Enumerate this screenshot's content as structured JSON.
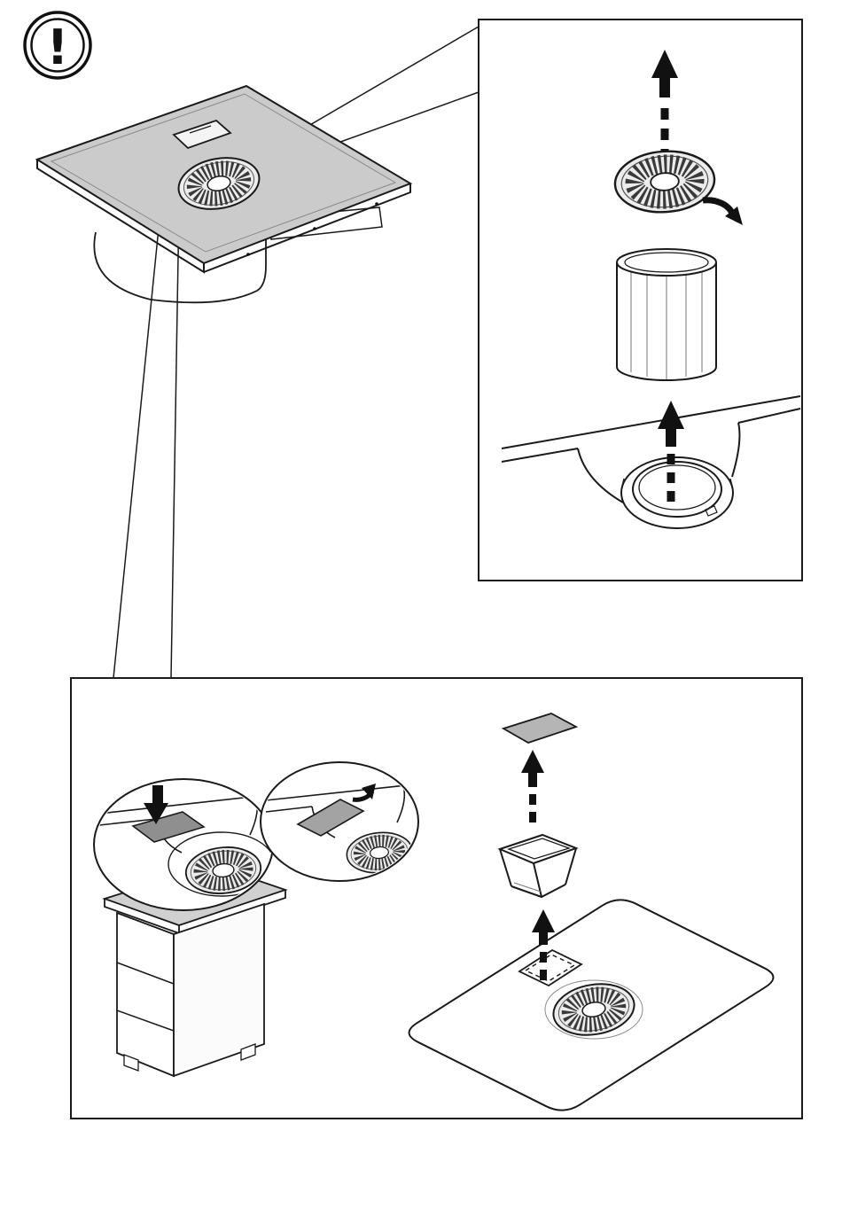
{
  "page": {
    "kind": "appliance-instruction-diagram",
    "background": "#ffffff"
  },
  "warning": {
    "symbol": "!"
  },
  "colors": {
    "outline": "#1a1a1a",
    "cooktop_surface": "#cbcbcb",
    "cover_plate_dark": "#8f8f8f",
    "cover_plate_light": "#b5b5b5",
    "grille_ticks": "#3a3a3a"
  },
  "figures": {
    "overview": {
      "label": "cooktop-with-downdraft-extractor"
    },
    "panel_top_right": {
      "label": "extractor-well-disassembly",
      "icons": [
        "arrow-up-icon",
        "fan-grille",
        "rotate-clockwise-icon",
        "filter-cylinder",
        "worktop-well",
        "arrow-up-icon"
      ]
    },
    "panel_bottom": {
      "label": "grease-tray-removal",
      "icons": [
        "press-cover-callout",
        "lift-cover-callout",
        "base-cabinet",
        "cover-plate",
        "arrow-up-icon",
        "grease-tray",
        "arrow-up-icon",
        "cooktop-surface"
      ]
    }
  }
}
